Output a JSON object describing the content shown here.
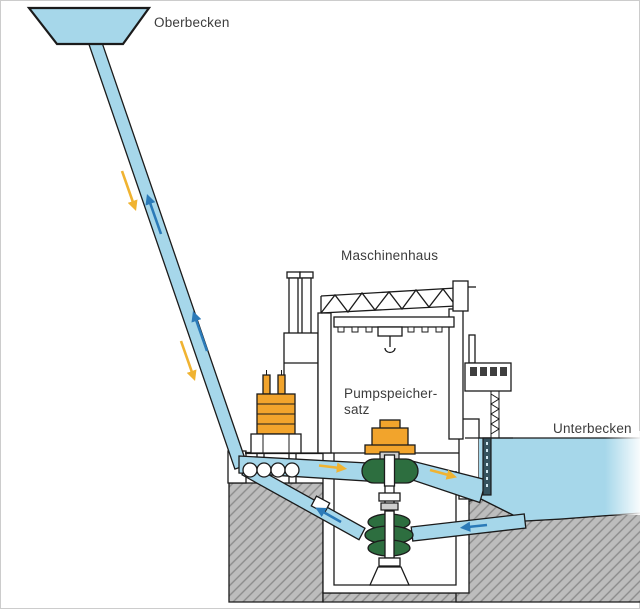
{
  "labels": {
    "upper_reservoir": "Oberbecken",
    "machine_house": "Maschinenhaus",
    "pump_storage_line1": "Pumpspeicher-",
    "pump_storage_line2": "satz",
    "lower_reservoir": "Unterbecken"
  },
  "colors": {
    "water": "#a6d7ea",
    "orange": "#f2a42c",
    "green": "#2d6e3f",
    "ground_gray": "#bdbdbd",
    "hatch_line": "#8b8b8b",
    "outline": "#1b1b1b",
    "arrow_pump_blue": "#2b7ab8",
    "arrow_generate_yellow": "#f0b331",
    "label_text": "#3c3c3c"
  }
}
